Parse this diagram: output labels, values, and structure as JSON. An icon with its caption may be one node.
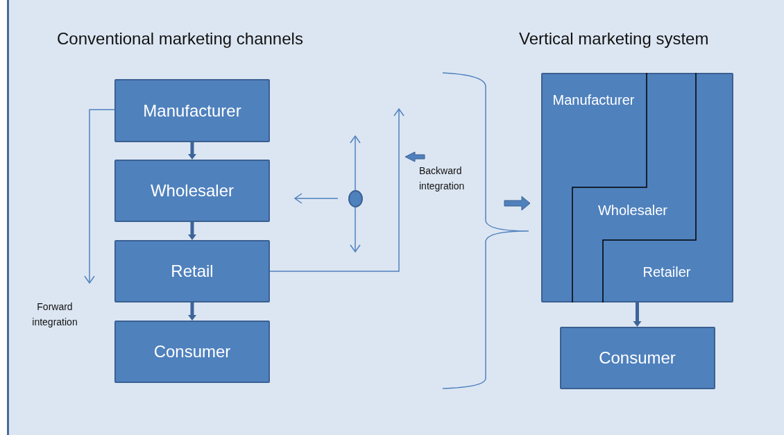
{
  "diagram": {
    "nodes": [
      {
        "text": [
          "Manufacturer"
        ]
      },
      {
        "text": [
          "Wholesaler"
        ]
      },
      {
        "text": [
          "Retail"
        ]
      },
      {
        "text": [
          "Consumer"
        ]
      },
      {
        "text": [],
        "shape": "circle"
      },
      {
        "text": [],
        "shape": "box"
      },
      {
        "text": [
          "Manufacturer"
        ],
        "in": 5
      },
      {
        "text": [
          "Wholesaler"
        ],
        "in": 5
      },
      {
        "text": [
          "Retailer"
        ],
        "in": 5
      },
      {
        "text": [
          "Consumer"
        ]
      }
    ],
    "edges": [
      {
        "from": 0,
        "to": 1,
        "arrow": "to",
        "style": "thick",
        "color": "#3c6499"
      },
      {
        "from": 1,
        "to": 2,
        "arrow": "to",
        "style": "thick",
        "color": "#3c6499"
      },
      {
        "from": 2,
        "to": 3,
        "arrow": "to",
        "style": "thick",
        "color": "#3c6499"
      },
      {
        "from": 0,
        "to": null,
        "arrow": "to"
      },
      {
        "from": 2,
        "to": null,
        "arrow": "to"
      },
      {
        "from": 4,
        "to": null,
        "arrow": "to"
      },
      {
        "from": 4,
        "to": null,
        "arrow": "to"
      },
      {
        "from": 4,
        "to": null,
        "arrow": "to"
      },
      {
        "from": 5,
        "to": 9,
        "arrow": "to",
        "style": "thick",
        "color": "#3c6499"
      }
    ],
    "labels": [
      "Conventional marketing channels",
      "Vertical marketing system",
      "Forward integration",
      "Backward integration"
    ]
  }
}
